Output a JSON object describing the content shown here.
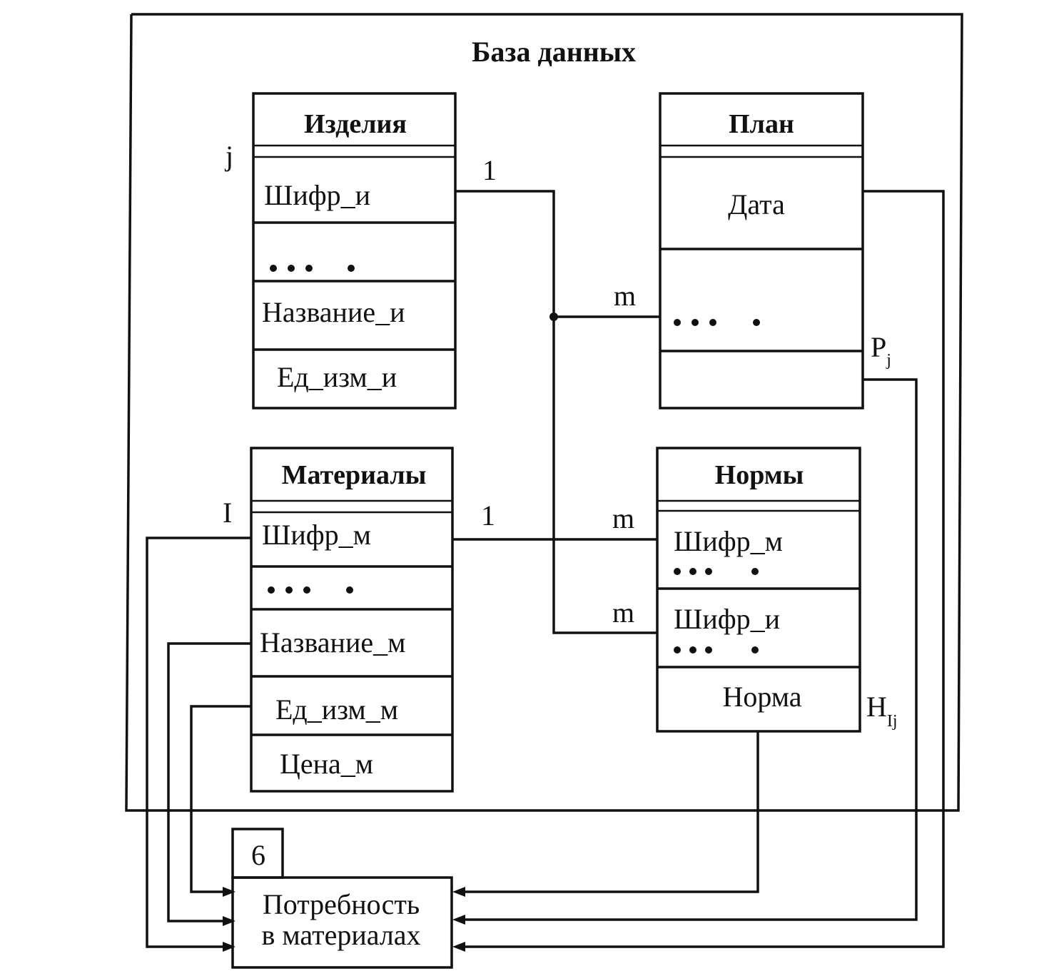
{
  "diagram": {
    "db_title": "База данных",
    "tables": {
      "products": {
        "title": "Изделия",
        "fields": [
          "Шифр_и",
          "Название_и",
          "Ед_изм_и"
        ],
        "ellipsis": "… ."
      },
      "plan": {
        "title": "План",
        "fields": [
          "Дата"
        ],
        "ellipsis": "… ."
      },
      "materials": {
        "title": "Материалы",
        "fields": [
          "Шифр_м",
          "Название_м",
          "Ед_изм_м",
          "Цена_м"
        ],
        "ellipsis": "… ."
      },
      "norms": {
        "title": "Нормы",
        "fields": [
          "Шифр_м",
          "Шифр_и",
          "Норма"
        ],
        "ellipsis": "… ."
      }
    },
    "cardinalities": {
      "products_one": "1",
      "plan_many": "m",
      "materials_one": "1",
      "norms_many_material": "m",
      "norms_many_product": "m"
    },
    "index_labels": {
      "products": "j",
      "materials": "I",
      "plan_qty": "P",
      "plan_qty_sub": "j",
      "norm": "H",
      "norm_sub": "Ij"
    },
    "process": {
      "number": "6",
      "title_line1": "Потребность",
      "title_line2": "в материалах"
    }
  }
}
